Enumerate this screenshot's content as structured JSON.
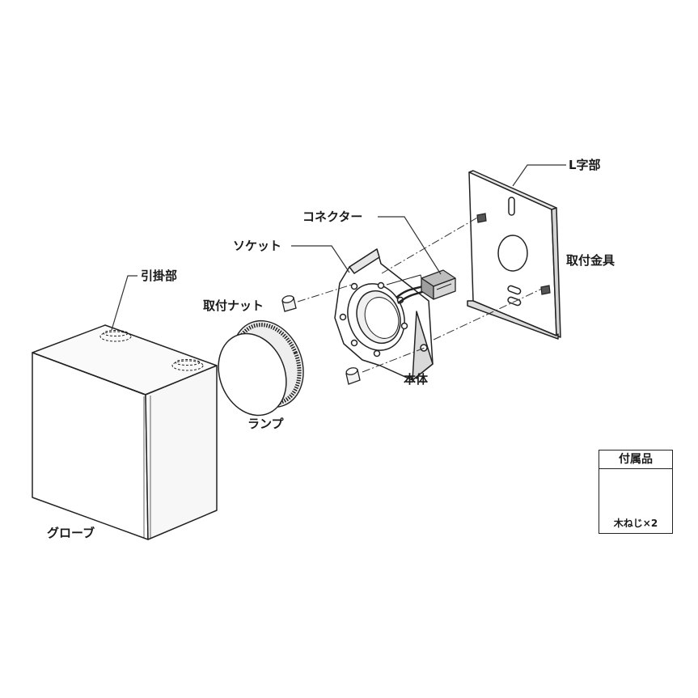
{
  "labels": {
    "l_bracket": "L字部",
    "connector": "コネクター",
    "mounting_bracket": "取付金具",
    "socket": "ソケット",
    "hook": "引掛部",
    "mounting_nut": "取付ナット",
    "body": "本体",
    "lamp": "ランプ",
    "globe": "グローブ"
  },
  "accessories": {
    "title": "付属品",
    "caption": "木ねじ×2"
  }
}
